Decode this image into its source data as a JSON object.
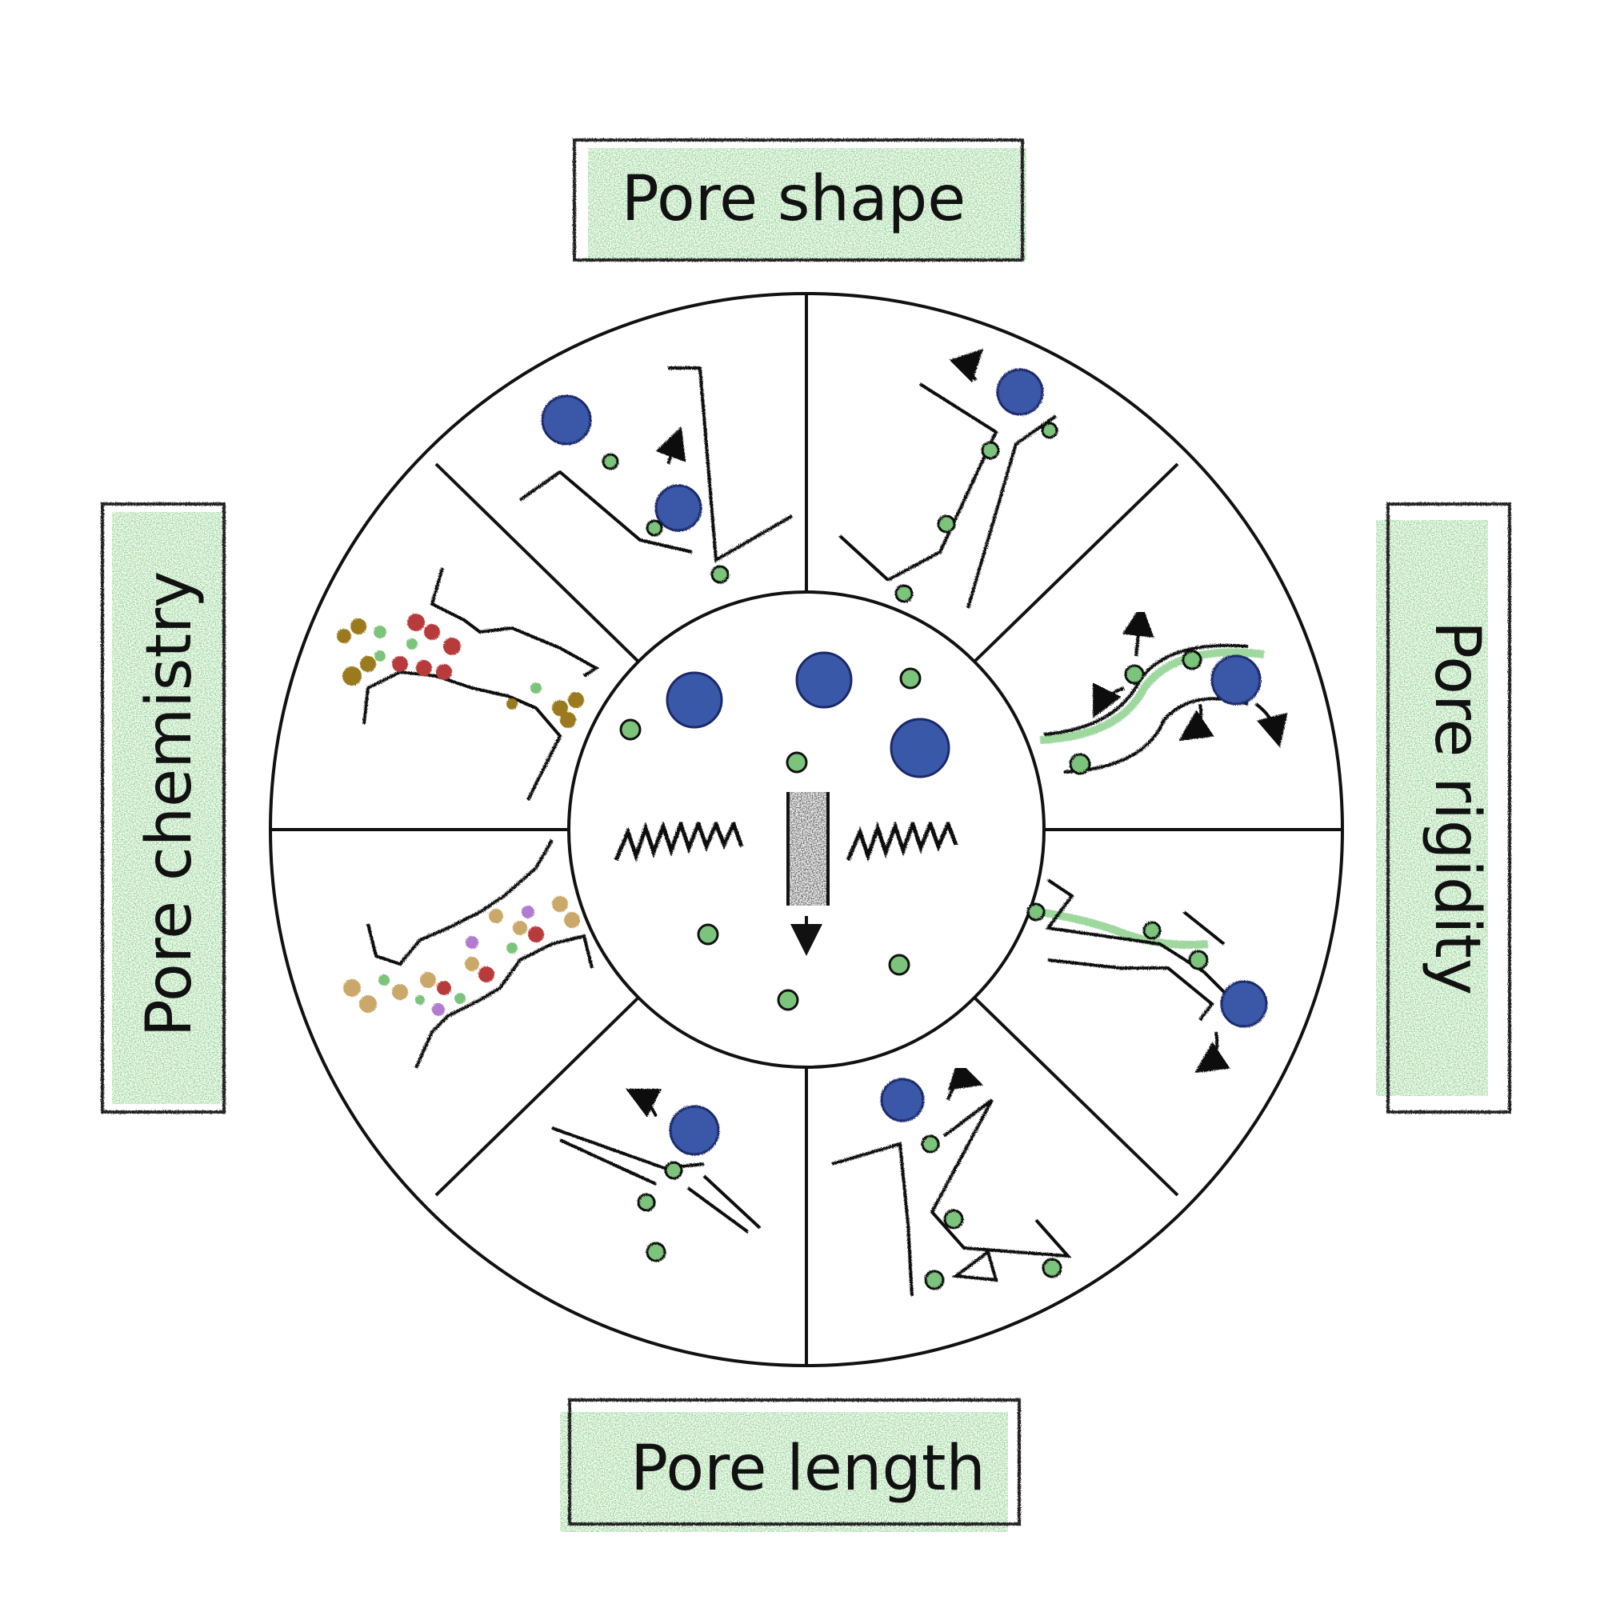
{
  "labels": {
    "top": "Pore shape",
    "bottom": "Pore length",
    "left": "Pore chemistry",
    "right": "Pore rigidity"
  },
  "colors": {
    "label_fill": "#8fd08f",
    "outline": "#111111",
    "large_particle": "#3a58a8",
    "small_particle": "#7cc47c",
    "chem_red": "#b83a3a",
    "chem_olive": "#9a7a1e",
    "chem_tan": "#c9a86a",
    "chem_purple": "#b27ad0"
  },
  "icons": {
    "large_particle": "blue-sphere",
    "small_particle": "green-sphere",
    "direction_arrow": "curved-arrow-icon"
  }
}
